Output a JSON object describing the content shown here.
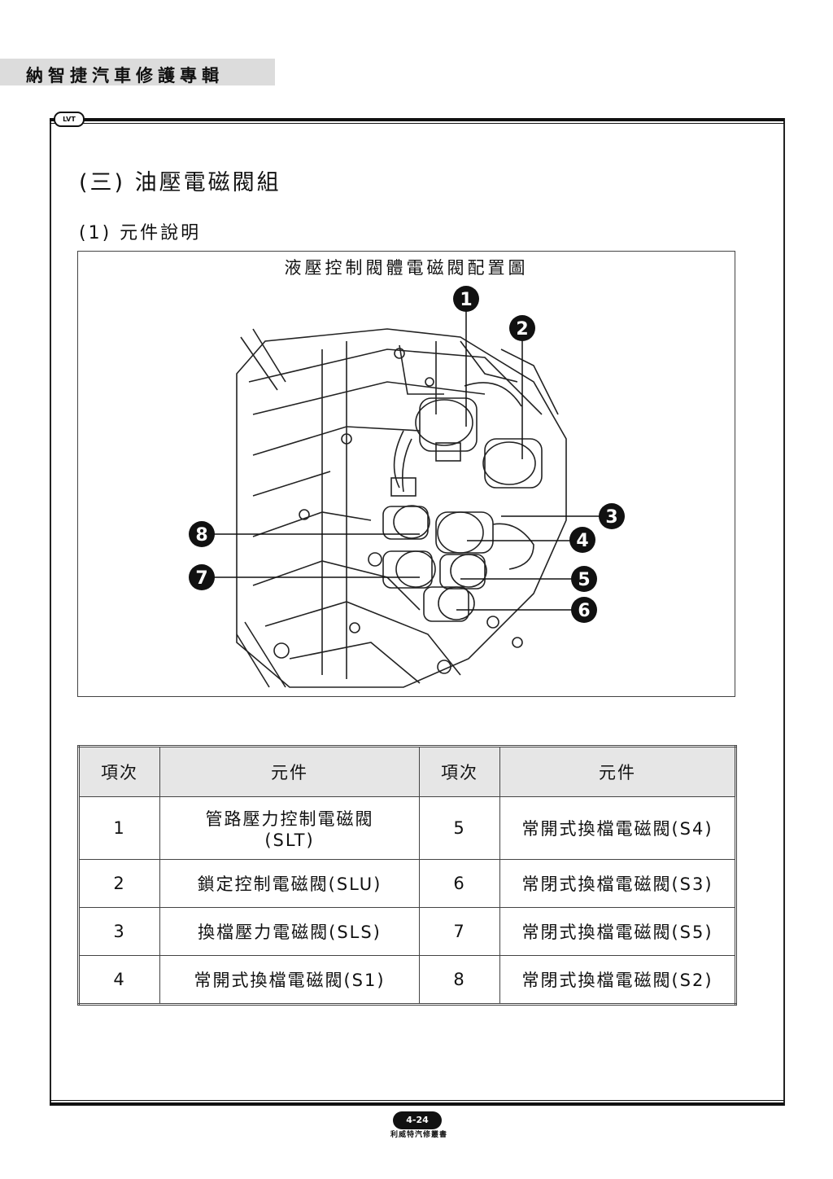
{
  "header": {
    "title": "納智捷汽車修護專輯",
    "badge": "LVT"
  },
  "section": {
    "title": "(三) 油壓電磁閥組",
    "subtitle": "(1) 元件說明"
  },
  "figure": {
    "caption": "液壓控制閥體電磁閥配置圖",
    "callouts": [
      "1",
      "2",
      "3",
      "4",
      "5",
      "6",
      "7",
      "8"
    ]
  },
  "table": {
    "headers": [
      "項次",
      "元件",
      "項次",
      "元件"
    ],
    "rows": [
      {
        "no_a": "1",
        "part_a": "管路壓力控制電磁閥 (SLT)",
        "no_b": "5",
        "part_b": "常開式換檔電磁閥(S4)"
      },
      {
        "no_a": "2",
        "part_a": "鎖定控制電磁閥(SLU)",
        "no_b": "6",
        "part_b": "常閉式換檔電磁閥(S3)"
      },
      {
        "no_a": "3",
        "part_a": "換檔壓力電磁閥(SLS)",
        "no_b": "7",
        "part_b": "常閉式換檔電磁閥(S5)"
      },
      {
        "no_a": "4",
        "part_a": "常開式換檔電磁閥(S1)",
        "no_b": "8",
        "part_b": "常閉式換檔電磁閥(S2)"
      }
    ]
  },
  "footer": {
    "page": "4-24",
    "publisher": "利威特汽修叢書"
  }
}
